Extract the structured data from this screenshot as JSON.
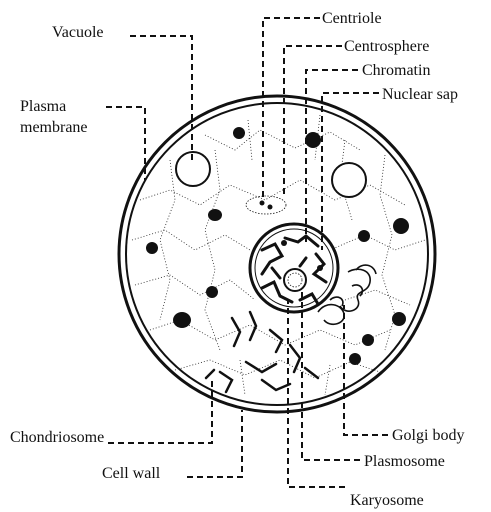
{
  "labels": {
    "vacuole": "Vacuole",
    "centriole": "Centriole",
    "centrosphere": "Centrosphere",
    "chromatin": "Chromatin",
    "nuclear_sap": "Nuclear sap",
    "plasma_line1": "Plasma",
    "plasma_line2": "membrane",
    "golgi_body": "Golgi body",
    "chondriosome": "Chondriosome",
    "plasmosome": "Plasmosome",
    "cell_wall": "Cell wall",
    "karyosome": "Karyosome"
  },
  "colors": {
    "ink": "#111111",
    "background": "#ffffff"
  }
}
